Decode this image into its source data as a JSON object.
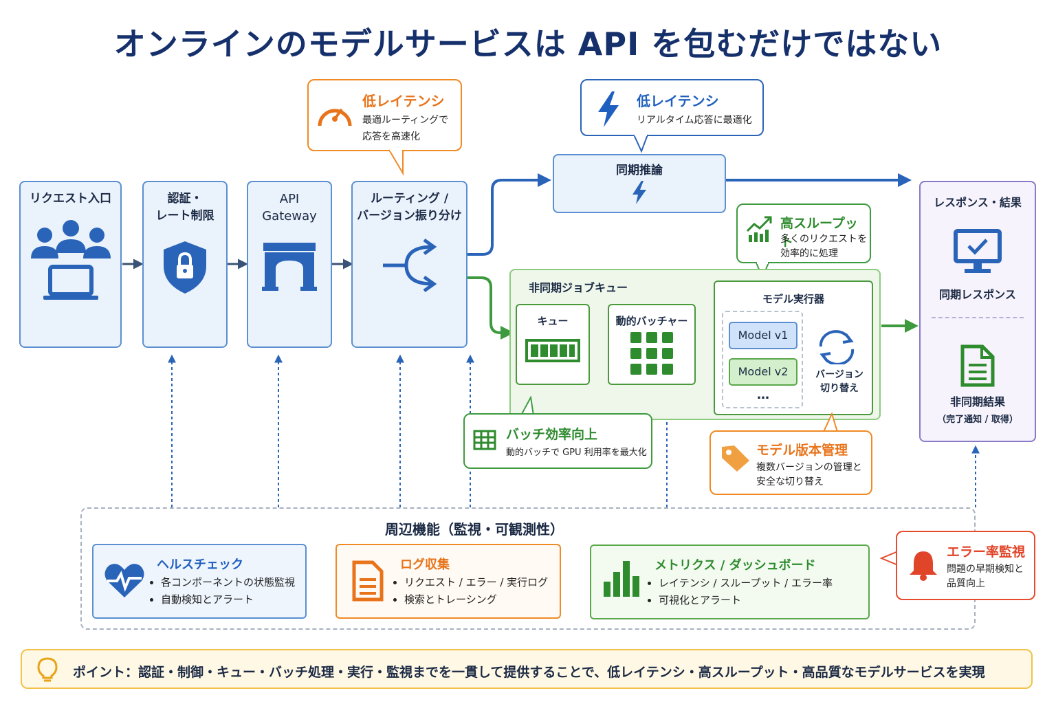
{
  "title": "オンラインのモデルサービスは API を包むだけではない",
  "stages": {
    "request": "リクエスト入口",
    "auth_line1": "認証・",
    "auth_line2": "レート制限",
    "api_line1": "API",
    "api_line2": "Gateway",
    "routing_line1": "ルーティング /",
    "routing_line2": "バージョン振り分け"
  },
  "sync": {
    "label": "同期推論"
  },
  "async": {
    "label": "非同期ジョブキュー",
    "queue": "キュー",
    "batching": "動的バッチャー",
    "executor": "モデル実行器",
    "models": [
      "Model v1",
      "Model v2",
      "…"
    ],
    "switch_line1": "バージョン",
    "switch_line2": "切り替え"
  },
  "response": {
    "title": "レスポンス・結果",
    "sync_label": "同期レスポンス",
    "async_label": "非同期結果",
    "async_sub": "（完了通知 / 取得）"
  },
  "callouts": {
    "routing_latency": {
      "title": "低レイテンシ",
      "line1": "最適ルーティングで",
      "line2": "応答を高速化"
    },
    "sync_latency": {
      "title": "低レイテンシ",
      "line1": "リアルタイム応答に最適化"
    },
    "throughput": {
      "title": "高スループット",
      "line1": "多くのリクエストを",
      "line2": "効率的に処理"
    },
    "batch": {
      "title": "バッチ効率向上",
      "line1": "動的バッチで GPU 利用率を最大化"
    },
    "version": {
      "title": "モデル版本管理",
      "line1": "複数バージョンの管理と",
      "line2": "安全な切り替え"
    },
    "error": {
      "title": "エラー率監視",
      "line1": "問題の早期検知と",
      "line2": "品質向上"
    }
  },
  "peripheral": {
    "title": "周辺機能（監視・可観測性）",
    "health": {
      "title": "ヘルスチェック",
      "items": [
        "各コンポーネントの状態監視",
        "自動検知とアラート"
      ]
    },
    "logs": {
      "title": "ログ収集",
      "items": [
        "リクエスト / エラー / 実行ログ",
        "検索とトレーシング"
      ]
    },
    "metrics": {
      "title": "メトリクス / ダッシュボード",
      "items": [
        "レイテンシ / スループット / エラー率",
        "可視化とアラート"
      ]
    }
  },
  "footer": "ポイント：認証・制御・キュー・バッチ処理・実行・監視までを一貫して提供することで、低レイテンシ・高スループット・高品質なモデルサービスを実現",
  "colors": {
    "blue": "#2a64b8",
    "green": "#3e9a3e",
    "orange": "#f08a24",
    "red": "#e54b2c",
    "purple": "#8a78c8",
    "navy": "#15306b"
  },
  "icons": [
    "users-laptop-icon",
    "shield-lock-icon",
    "gateway-arch-icon",
    "route-split-icon",
    "bolt-icon",
    "speedometer-icon",
    "trend-up-icon",
    "monitor-check-icon",
    "document-icon",
    "queue-bar-icon",
    "grid-icon",
    "sync-icon",
    "tag-icon",
    "table-icon",
    "heart-pulse-icon",
    "bar-chart-icon",
    "bell-icon",
    "lightbulb-icon"
  ]
}
